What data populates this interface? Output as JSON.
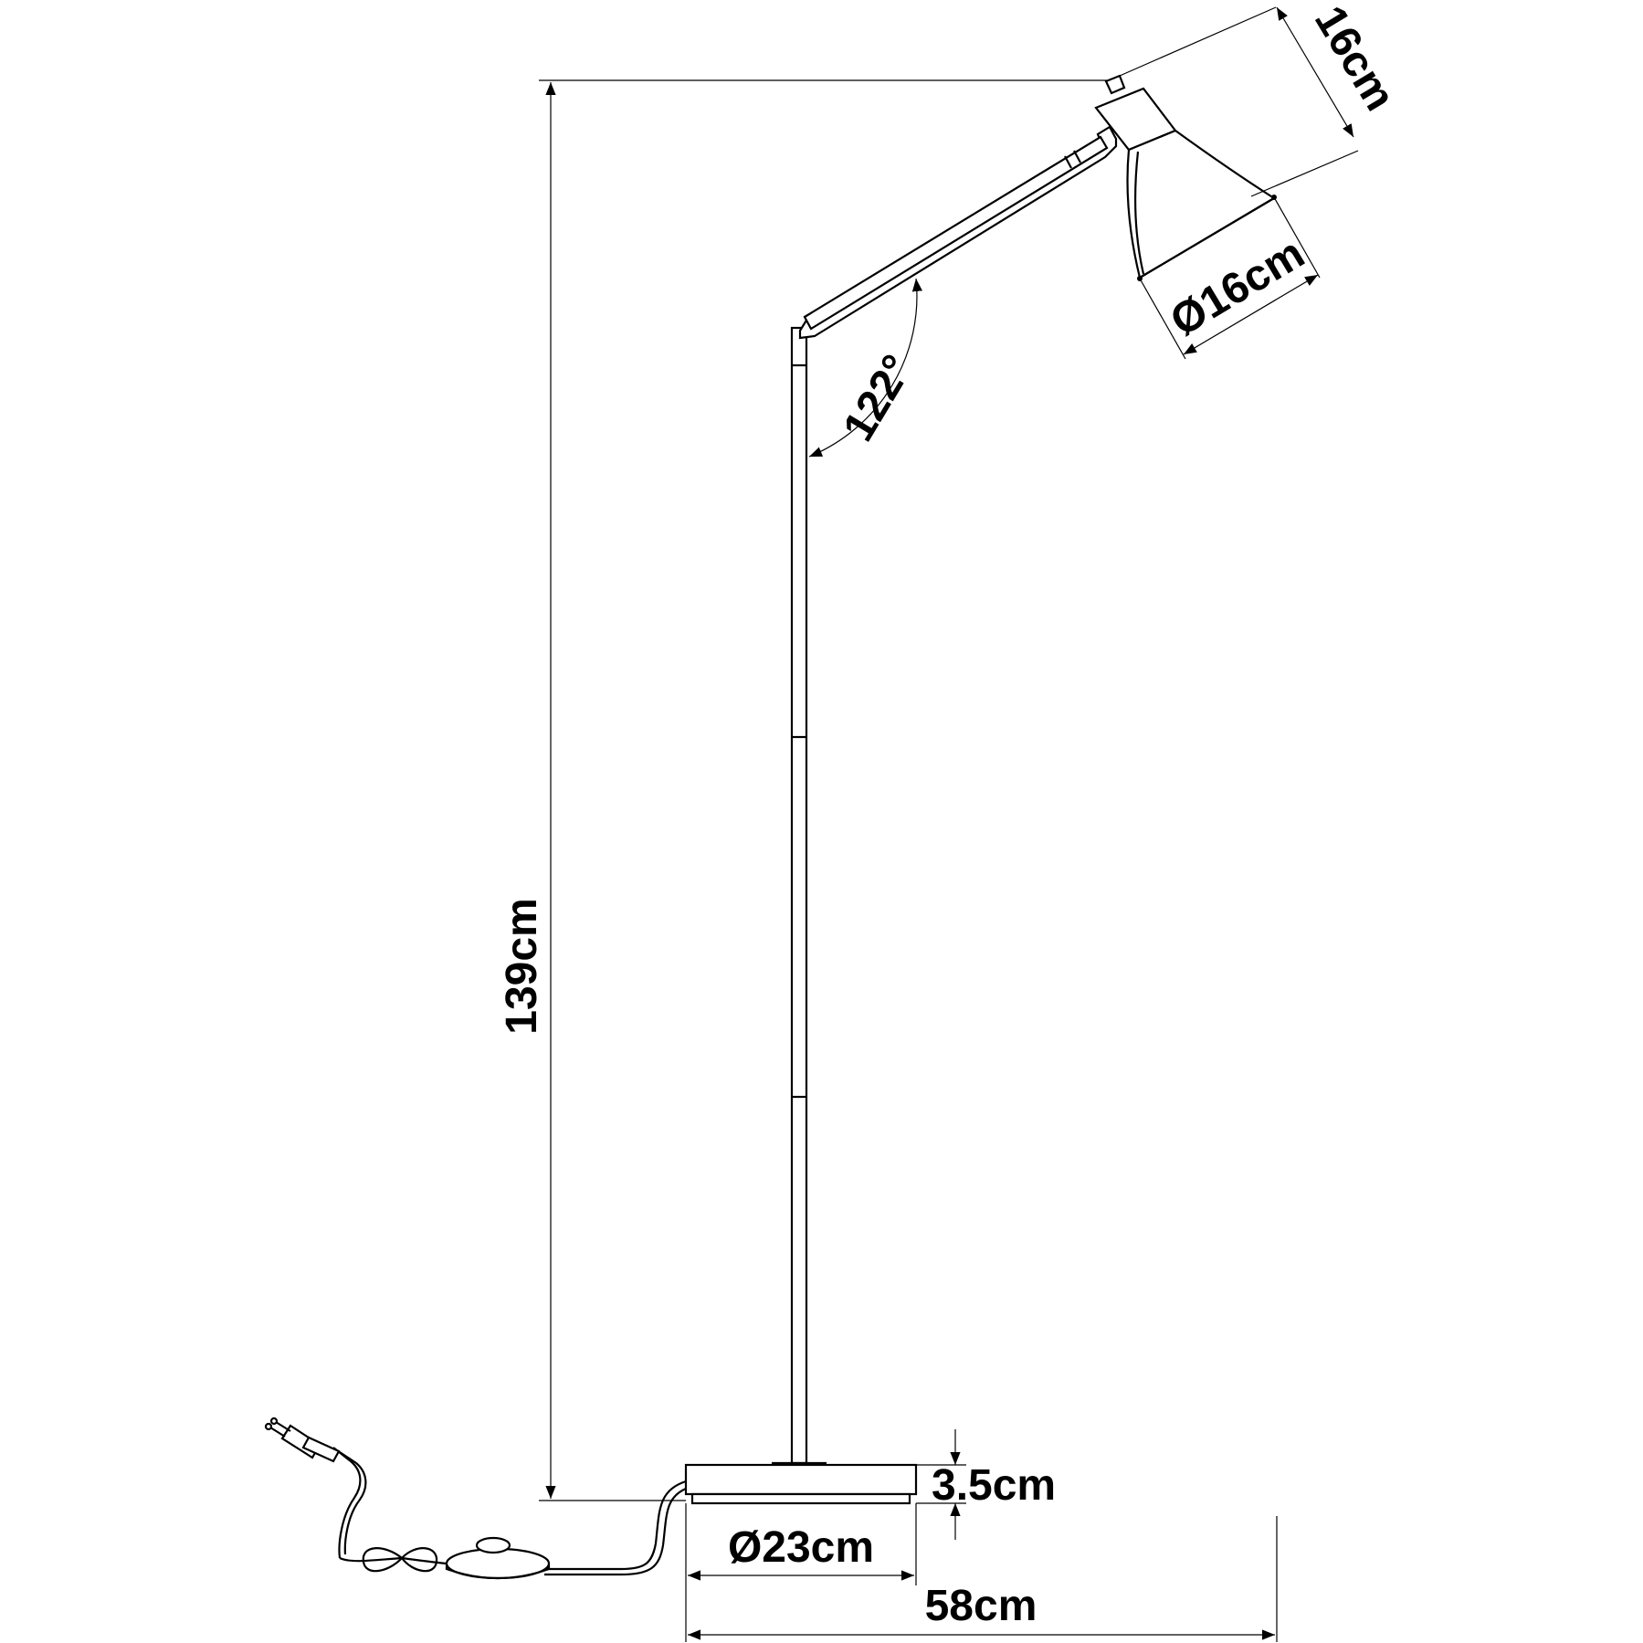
{
  "dimensions": {
    "height_label": "139cm",
    "shade_depth_label": "16cm",
    "shade_diameter_label": "Ø16cm",
    "arm_angle_label": "122°",
    "base_height_label": "3.5cm",
    "base_diameter_label": "Ø23cm",
    "overall_width_label": "58cm"
  }
}
